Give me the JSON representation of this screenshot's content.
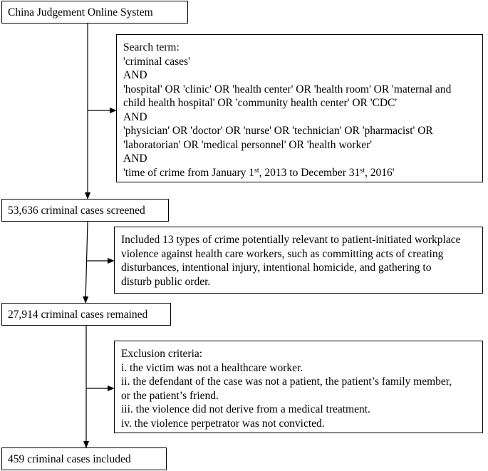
{
  "flow": {
    "source": "China Judgement Online System",
    "screened": "53,636 criminal cases screened",
    "remained": "27,914 criminal cases remained",
    "included": "459 criminal cases included"
  },
  "search": {
    "heading": "Search term:",
    "term1": "'criminal cases'",
    "and1": "AND",
    "term2_line1": "'hospital' OR 'clinic' OR 'health center' OR 'health room' OR 'maternal and",
    "term2_line2": "child health hospital' OR 'community health center' OR 'CDC'",
    "and2": "AND",
    "term3_line1": "'physician' OR 'doctor' OR 'nurse' OR 'technician' OR 'pharmacist' OR",
    "term3_line2": "'laboratorian' OR 'medical personnel' OR 'health worker'",
    "and3": "AND",
    "time_a": "'time of crime from January 1",
    "time_sup1": "st",
    "time_b": ", 2013 to December 31",
    "time_sup2": "st",
    "time_c": ", 2016'"
  },
  "relevant": {
    "line1": "Included 13 types of crime potentially relevant to patient-initiated workplace",
    "line2": "violence against health care workers, such as committing acts of creating",
    "line3": "disturbances, intentional injury, intentional homicide, and gathering to",
    "line4": "disturb public order."
  },
  "exclusion": {
    "heading": "Exclusion criteria:",
    "item1": "i. the victim was not a healthcare worker.",
    "item2_line1": "ii. the defendant of the case was not a patient, the patient’s family member,",
    "item2_line2": "or the patient’s friend.",
    "item3": "iii. the violence did not derive from a medical treatment.",
    "item4": "iv. the violence perpetrator was not convicted."
  }
}
